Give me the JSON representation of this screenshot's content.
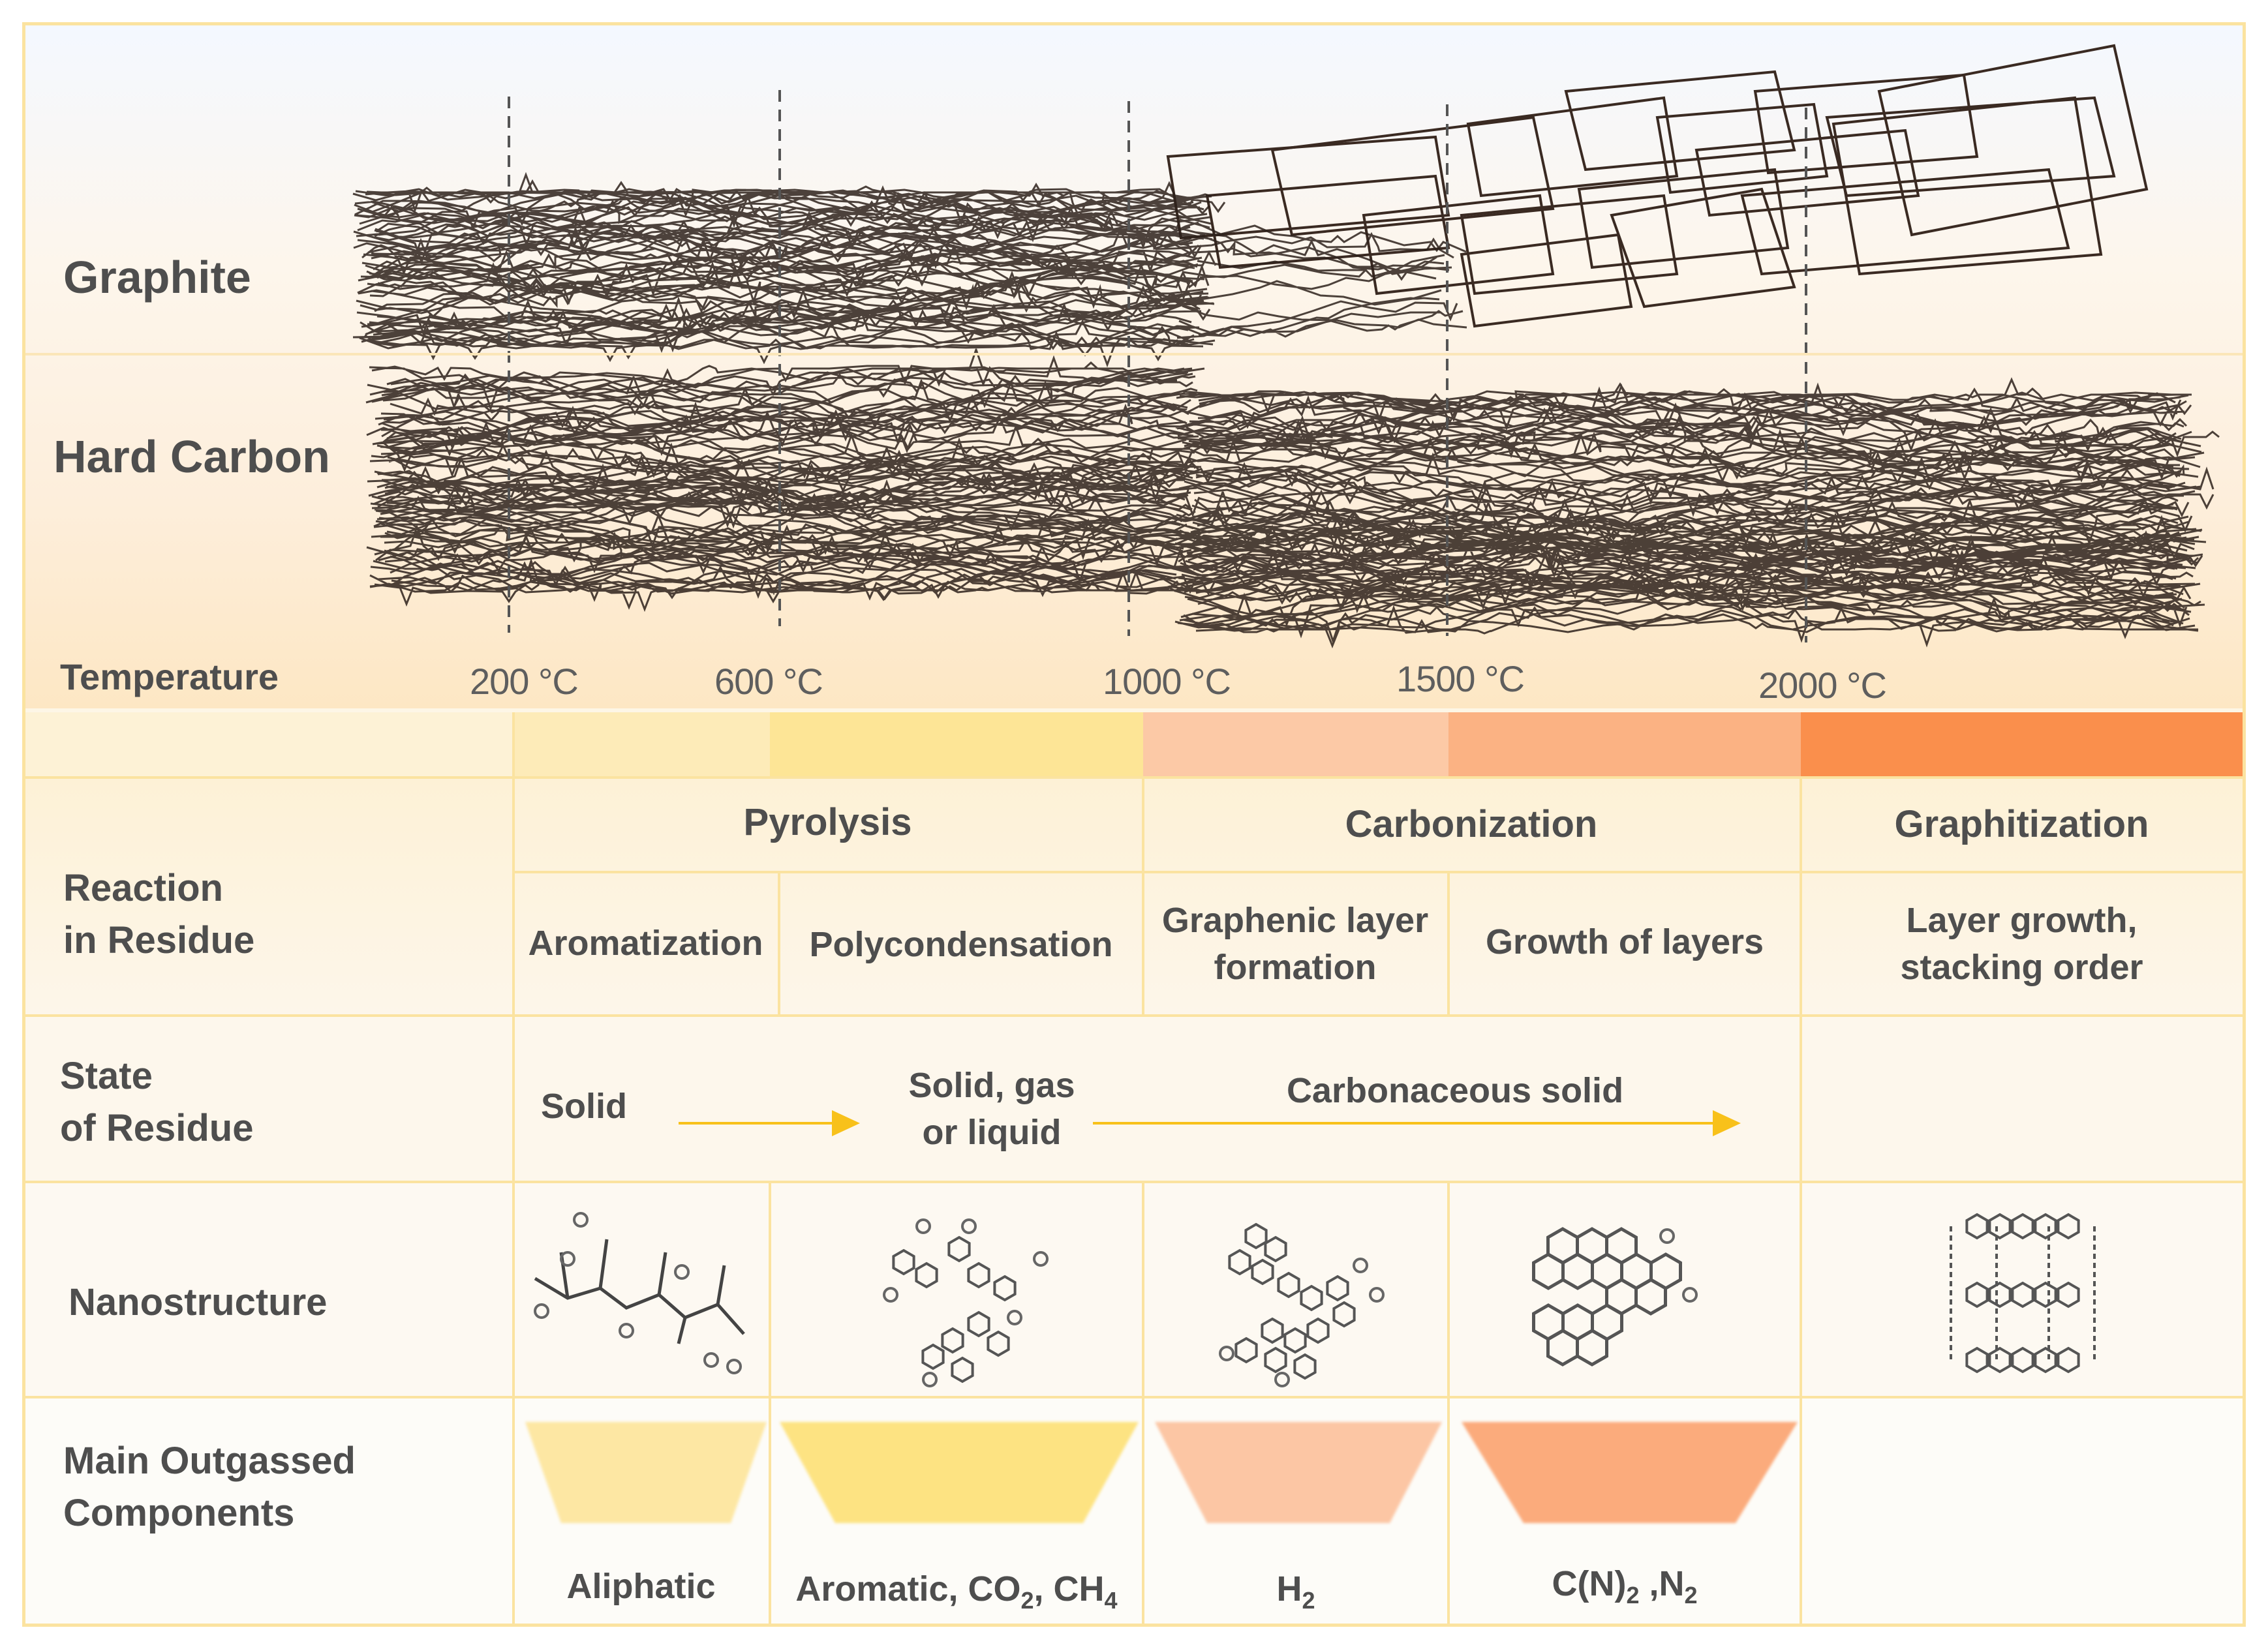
{
  "labels": {
    "graphite": "Graphite",
    "hard_carbon": "Hard Carbon",
    "temperature": "Temperature",
    "reaction_line1": "Reaction",
    "reaction_line2": "in Residue",
    "state_line1": "State",
    "state_line2": "of Residue",
    "nanostructure": "Nanostructure",
    "outgassed_line1": "Main Outgassed",
    "outgassed_line2": "Components"
  },
  "temperatures": [
    "200 °C",
    "600 °C",
    "1000 °C",
    "1500 °C",
    "2000 °C"
  ],
  "stages": {
    "pyrolysis": "Pyrolysis",
    "carbonization": "Carbonization",
    "graphitization": "Graphitization"
  },
  "reactions": {
    "aromatization": "Aromatization",
    "polycondensation": "Polycondensation",
    "graphenic_line1": "Graphenic layer",
    "graphenic_line2": "formation",
    "growth": "Growth of layers",
    "layer_growth_line1": "Layer growth,",
    "layer_growth_line2": "stacking order"
  },
  "states": {
    "solid": "Solid",
    "solid_gas_line1": "Solid, gas",
    "solid_gas_line2": "or liquid",
    "carbonaceous": "Carbonaceous solid"
  },
  "outgassed": {
    "aliphatic": "Aliphatic",
    "aromatic_a": "Aromatic, CO",
    "aromatic_sub1": "2",
    "aromatic_b": ", CH",
    "aromatic_sub2": "4",
    "h2": "H",
    "h2_sub": "2",
    "cn_a": "C(N)",
    "cn_sub1": "2",
    "cn_b": " ,N",
    "cn_sub2": "2"
  },
  "colors": {
    "band_light": "#fdf1cf",
    "band_yellow": "#fde596",
    "band_peach": "#fcc9a6",
    "band_salmon": "#fbb283",
    "band_orange": "#fa8f4c",
    "grid": "#fbe3a0",
    "arrow": "#f8c11a"
  },
  "icons": [
    "crumpled-carbon-sheets-illustration",
    "graphite-planes-illustration",
    "molecular-structure-icon"
  ]
}
